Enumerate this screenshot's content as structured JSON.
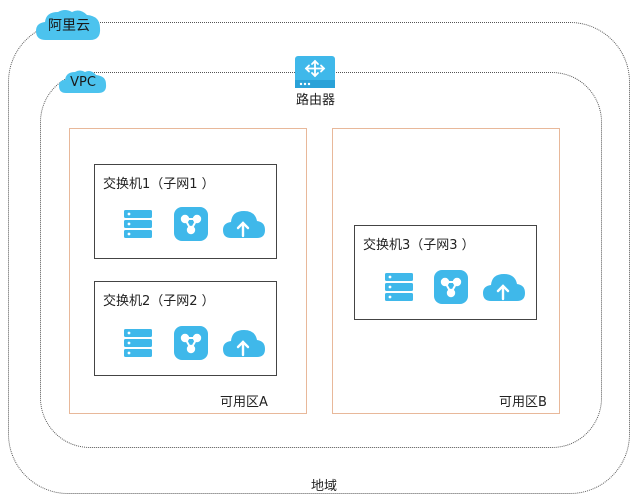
{
  "cloud_label": "阿里云",
  "vpc_label": "VPC",
  "router_label": "路由器",
  "region_label": "地域",
  "zones": [
    {
      "label": "可用区A"
    },
    {
      "label": "可用区B"
    }
  ],
  "switches": [
    {
      "label": "交换机1（子网1 ）"
    },
    {
      "label": "交换机2（子网2 ）"
    },
    {
      "label": "交换机3（子网3 ）"
    }
  ],
  "icons": [
    "server-stack-icon",
    "network-hub-icon",
    "cloud-upload-icon"
  ],
  "colors": {
    "cloud": "#4cc3ee",
    "icon": "#3fb8ea",
    "zone_border": "#e8b89a",
    "boundary": "#555555"
  }
}
